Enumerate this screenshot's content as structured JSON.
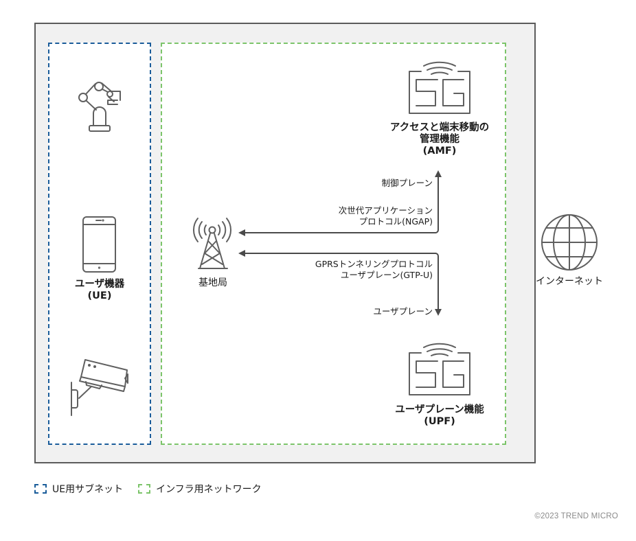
{
  "diagram": {
    "zones": {
      "ue_subnet": {
        "label": "UE用サブネット",
        "color": "#1a5c9a"
      },
      "infra_network": {
        "label": "インフラ用ネットワーク",
        "color": "#7cc46a"
      }
    },
    "nodes": {
      "robot_arm": {
        "icon": "robot-arm-icon"
      },
      "user_equipment": {
        "icon": "smartphone-icon",
        "label_line1": "ユーザ機器",
        "label_line2": "(UE)"
      },
      "cctv": {
        "icon": "security-camera-icon"
      },
      "base_station": {
        "icon": "cell-tower-icon",
        "label": "基地局"
      },
      "amf": {
        "icon": "5g-icon",
        "label_line1": "アクセスと端末移動の",
        "label_line2": "管理機能",
        "label_line3": "(AMF)"
      },
      "upf": {
        "icon": "5g-icon",
        "label_line1": "ユーザプレーン機能",
        "label_line2": "(UPF)"
      },
      "internet": {
        "icon": "globe-icon",
        "label": "インターネット"
      }
    },
    "edges": {
      "ngap": {
        "plane": "制御プレーン",
        "protocol_line1": "次世代アプリケーション",
        "protocol_line2": "プロトコル(NGAP)"
      },
      "gtpu": {
        "protocol_line1": "GPRSトンネリングプロトコル",
        "protocol_line2": "ユーザプレーン(GTP-U)",
        "plane": "ユーザプレーン"
      }
    },
    "icon_glyphs": {
      "five_g": "5G"
    }
  },
  "legend": {
    "ue_label": "UE用サブネット",
    "infra_label": "インフラ用ネットワーク"
  },
  "footer": {
    "copyright": "©2023 TREND MICRO"
  }
}
